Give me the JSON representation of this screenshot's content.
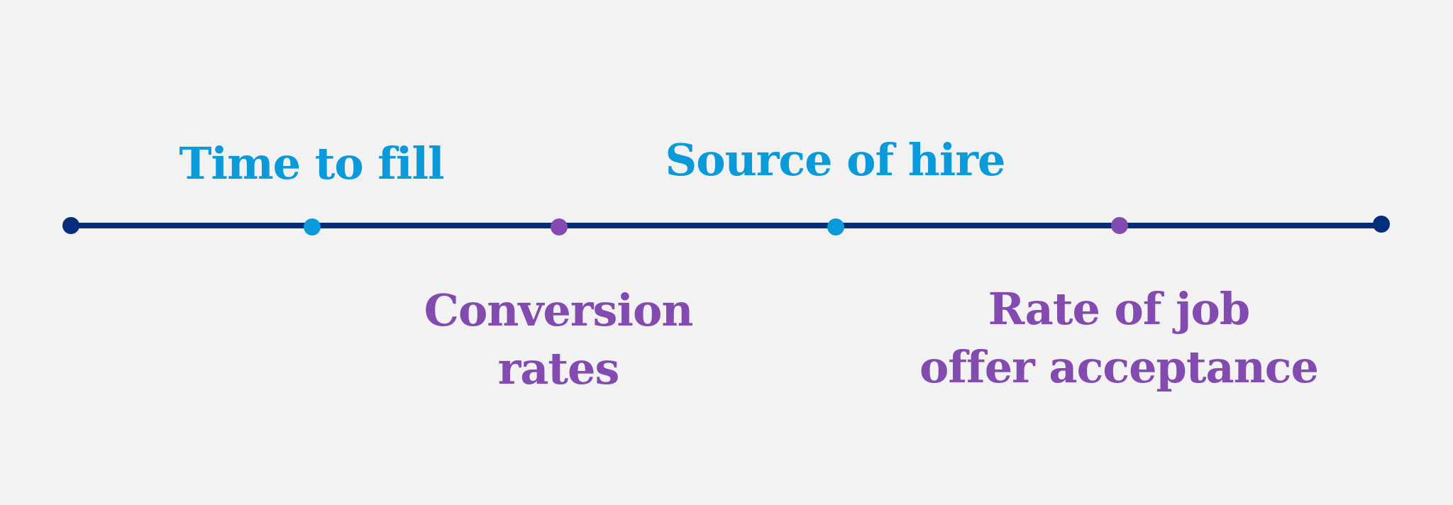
{
  "colors": {
    "background": "#f2f2f2",
    "line": "#062c7c",
    "endpoint": "#062c7c",
    "blue": "#0a9ad9",
    "purple": "#834ab0"
  },
  "timeline": {
    "milestones": [
      {
        "label_lines": [
          "Time to fill"
        ],
        "position": "above",
        "color": "blue"
      },
      {
        "label_lines": [
          "Conversion",
          "rates"
        ],
        "position": "below",
        "color": "purple"
      },
      {
        "label_lines": [
          "Source of hire"
        ],
        "position": "above",
        "color": "blue"
      },
      {
        "label_lines": [
          "Rate of job",
          "offer acceptance"
        ],
        "position": "below",
        "color": "purple"
      }
    ]
  }
}
